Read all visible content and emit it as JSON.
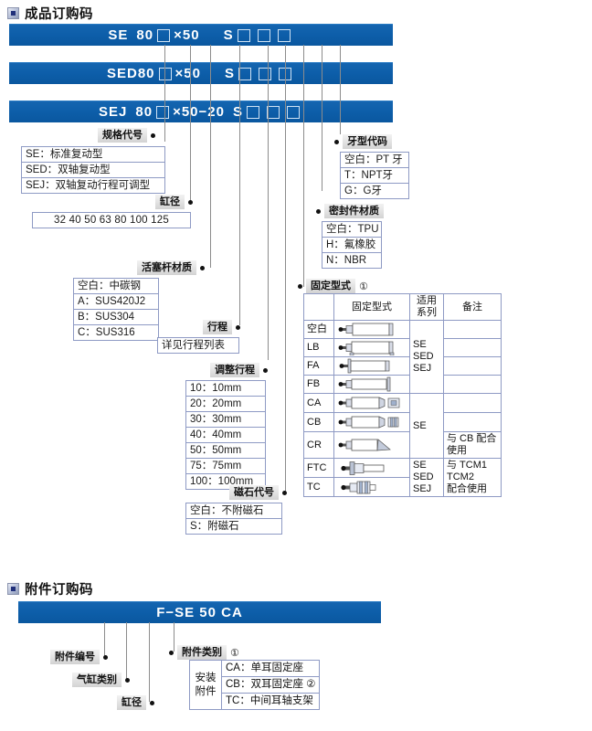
{
  "sections": {
    "product": {
      "title": "成品订购码"
    },
    "accessory": {
      "title": "附件订购码"
    }
  },
  "colors": {
    "bar_blue": "#0d5ea9",
    "box_border": "#8e9ac4",
    "chip_gray": "#e2e2e2",
    "leader_line": "#8c8c8c"
  },
  "code_bars": [
    {
      "id": "se",
      "prefix": "SE",
      "bore": "80",
      "mult": "×50",
      "magnet": "S",
      "squares_after": 3
    },
    {
      "id": "sed",
      "prefix": "SED",
      "bore": "80",
      "mult": "×50",
      "magnet": "S",
      "squares_after": 3
    },
    {
      "id": "sej",
      "prefix": "SEJ",
      "bore": "80",
      "mult": "×50−20",
      "magnet": "S",
      "squares_after": 3
    }
  ],
  "callouts": {
    "model": {
      "label": "规格代号",
      "options": [
        "SE：标准复动型",
        "SED：双轴复动型",
        "SEJ：双轴复动行程可调型"
      ]
    },
    "bore": {
      "label": "缸径",
      "values": "32  40  50  63  80  100  125"
    },
    "rod_material": {
      "label": "活塞杆材质",
      "options": [
        "空白：中碳钢",
        "A：SUS420J2",
        "B：SUS304",
        "C：SUS316"
      ]
    },
    "stroke": {
      "label": "行程",
      "options": [
        "详见行程列表"
      ]
    },
    "adjust_stroke": {
      "label": "调整行程",
      "options": [
        "10：10mm",
        "20：20mm",
        "30：30mm",
        "40：40mm",
        "50：50mm",
        "75：75mm",
        "100：100mm"
      ]
    },
    "magnet": {
      "label": "磁石代号",
      "options": [
        "空白：不附磁石",
        "S：附磁石"
      ]
    },
    "thread": {
      "label": "牙型代码",
      "options": [
        "空白：PT 牙",
        "T：NPT牙",
        "G：G牙"
      ]
    },
    "seal": {
      "label": "密封件材质",
      "options": [
        "空白：TPU",
        "H：氟橡胶",
        "N：NBR"
      ]
    },
    "mounting": {
      "label": "固定型式",
      "note_mark": "①"
    }
  },
  "mounting_table": {
    "headers": [
      "",
      "固定型式",
      "适用系列",
      "备注"
    ],
    "header_series_lines": [
      "适用",
      "系列"
    ],
    "rows": [
      {
        "code": "空白",
        "pic": "basic",
        "series": "",
        "remark": ""
      },
      {
        "code": "LB",
        "pic": "lb",
        "series": "",
        "remark": ""
      },
      {
        "code": "FA",
        "pic": "fa",
        "series": "",
        "remark": ""
      },
      {
        "code": "FB",
        "pic": "fb",
        "series": "",
        "remark": ""
      },
      {
        "code": "CA",
        "pic": "ca",
        "series": "",
        "remark": ""
      },
      {
        "code": "CB",
        "pic": "cb",
        "series": "",
        "remark": ""
      },
      {
        "code": "CR",
        "pic": "cr",
        "series": "",
        "remark": "与 CB 配合使用"
      },
      {
        "code": "FTC",
        "pic": "ftc",
        "series": "",
        "remark": ""
      },
      {
        "code": "TC",
        "pic": "tc",
        "series": "",
        "remark": ""
      }
    ],
    "series_group_1": "SE\nSED\nSEJ",
    "series_group_1_lines": [
      "SE",
      "SED",
      "SEJ"
    ],
    "series_group_2": "SE",
    "series_group_3_lines": [
      "SE",
      "SED",
      "SEJ"
    ],
    "remark_cr": "与 CB 配合使用",
    "remark_ftc_tc_lines": [
      "与 TCM1",
      "TCM2",
      "配合使用"
    ]
  },
  "accessory_bar": {
    "text": "F−SE 50 CA"
  },
  "accessory_callouts": {
    "part_no": {
      "label": "附件编号"
    },
    "cyl_type": {
      "label": "气缸类别"
    },
    "bore": {
      "label": "缸径"
    },
    "acc_type": {
      "label": "附件类别",
      "note_mark": "①"
    }
  },
  "accessory_table": {
    "left_label_lines": [
      "安装",
      "附件"
    ],
    "rows": [
      "CA：单耳固定座",
      "CB：双耳固定座 ②",
      "TC：中间耳轴支架"
    ]
  }
}
